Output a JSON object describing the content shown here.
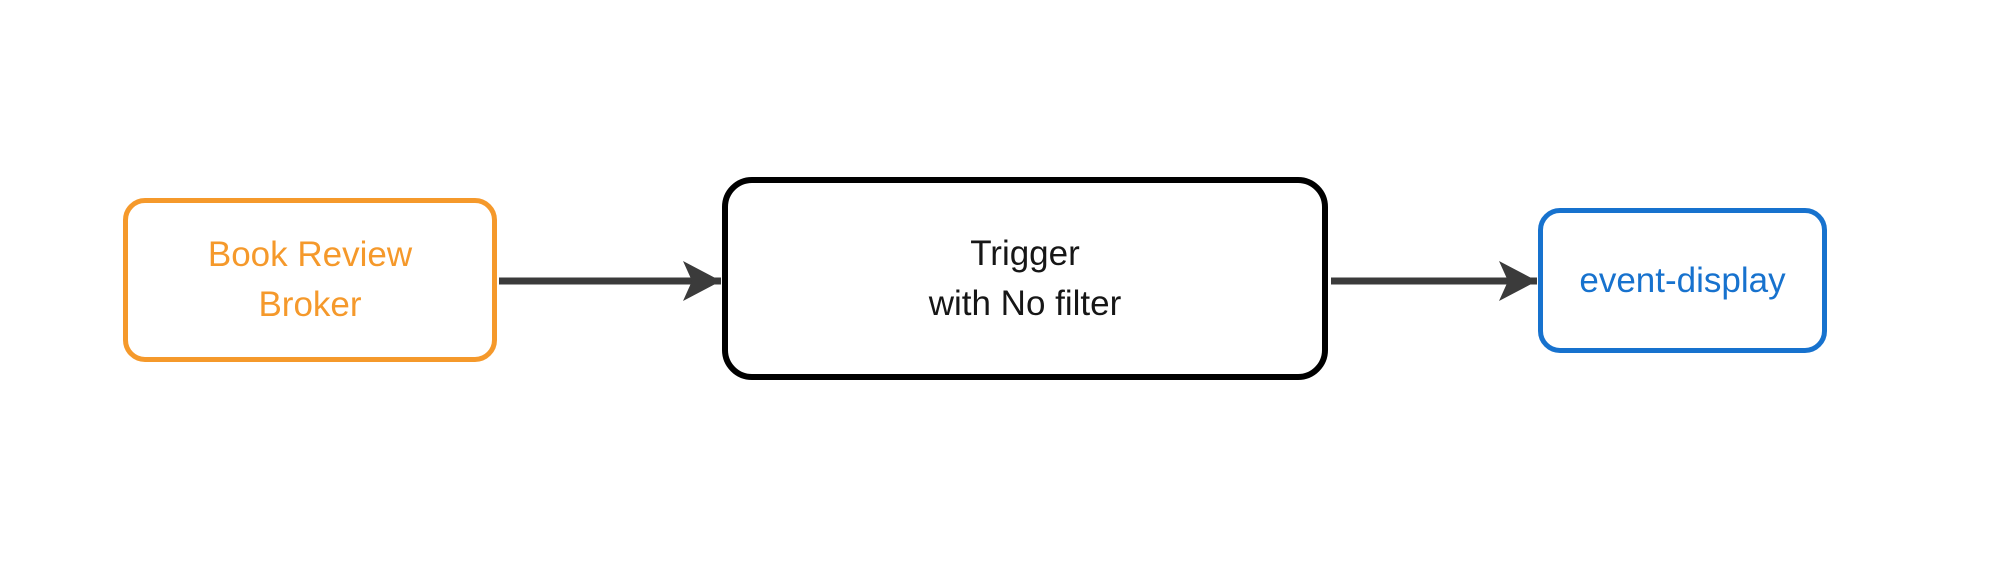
{
  "diagram": {
    "type": "flowchart",
    "direction": "left-to-right",
    "colors": {
      "background": "#FFFFFF",
      "broker": "#F5992B",
      "trigger": "#000000",
      "trigger_text": "#161616",
      "display": "#1772CE",
      "arrow": "#3B3B3B"
    },
    "nodes": {
      "broker": {
        "line1": "Book Review",
        "line2": "Broker"
      },
      "trigger": {
        "line1": "Trigger",
        "line2": "with No filter"
      },
      "display": {
        "label": "event-display"
      }
    },
    "edges": [
      {
        "from": "broker",
        "to": "trigger"
      },
      {
        "from": "trigger",
        "to": "display"
      }
    ]
  }
}
